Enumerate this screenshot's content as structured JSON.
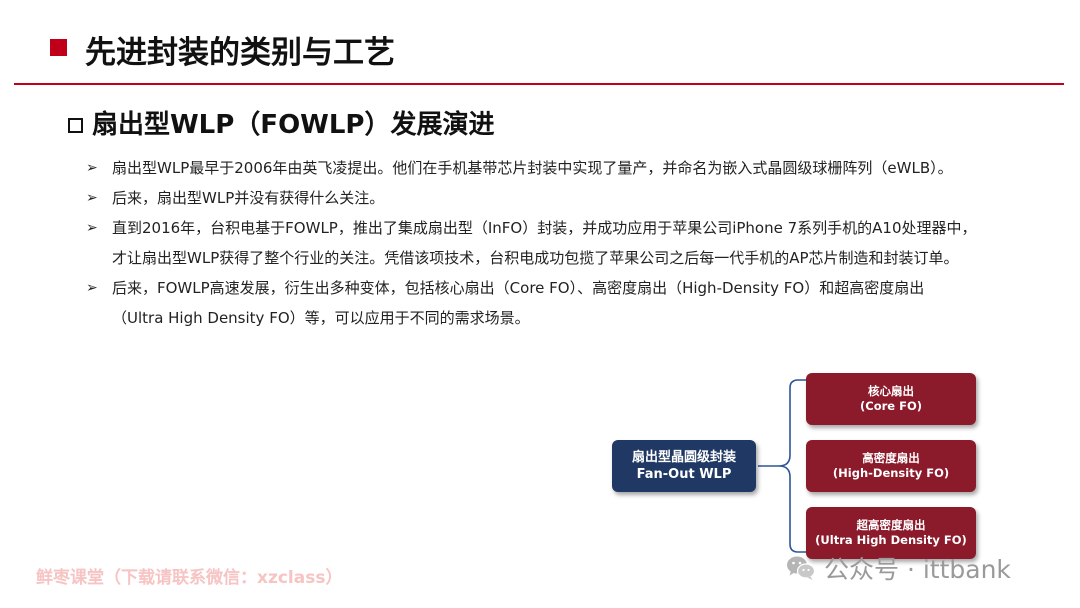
{
  "slide": {
    "title": "先进封装的类别与工艺",
    "section_heading": "扇出型WLP（FOWLP）发展演进"
  },
  "bullets": [
    {
      "lines": [
        "扇出型WLP最早于2006年由英飞凌提出。他们在手机基带芯片封装中实现了量产，并命名为嵌入式晶圆级球栅阵列（eWLB）。"
      ]
    },
    {
      "lines": [
        "后来，扇出型WLP并没有获得什么关注。"
      ]
    },
    {
      "lines": [
        "直到2016年，台积电基于FOWLP，推出了集成扇出型（InFO）封装，并成功应用于苹果公司iPhone 7系列手机的A10处理器中，",
        "才让扇出型WLP获得了整个行业的关注。凭借该项技术，台积电成功包揽了苹果公司之后每一代手机的AP芯片制造和封装订单。"
      ]
    },
    {
      "lines": [
        "后来，FOWLP高速发展，衍生出多种变体，包括核心扇出（Core FO）、高密度扇出（High-Density FO）和超高密度扇出",
        "（Ultra High Density FO）等，可以应用于不同的需求场景。"
      ]
    }
  ],
  "diagram": {
    "root": {
      "line1": "扇出型晶圆级封装",
      "line2": "Fan-Out WLP"
    },
    "children": [
      {
        "line1": "核心扇出",
        "line2": "(Core FO)"
      },
      {
        "line1": "高密度扇出",
        "line2": "(High-Density FO)"
      },
      {
        "line1": "超高密度扇出",
        "line2": "(Ultra High Density FO)"
      }
    ]
  },
  "watermarks": {
    "left": "鲜枣课堂（下载请联系微信：xzclass）",
    "right": "公众号 · ittbank",
    "icon": "wechat-icon"
  },
  "colors": {
    "accent_red": "#c0001a",
    "root_node": "#1f3864",
    "leaf_node": "#8b1a2b"
  }
}
